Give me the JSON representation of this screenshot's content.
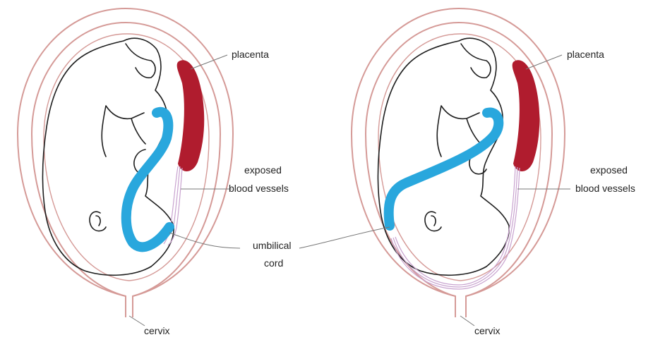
{
  "labels": {
    "placenta": "placenta",
    "exposed": "exposed",
    "blood_vessels": "blood vessels",
    "umbilical": "umbilical",
    "cord": "cord",
    "cervix": "cervix"
  },
  "colors": {
    "uterus": "#d59a97",
    "placenta": "#b01c2e",
    "cord": "#29a7dd",
    "vessels": "#c8a2cf",
    "outline": "#1e1e1e"
  }
}
